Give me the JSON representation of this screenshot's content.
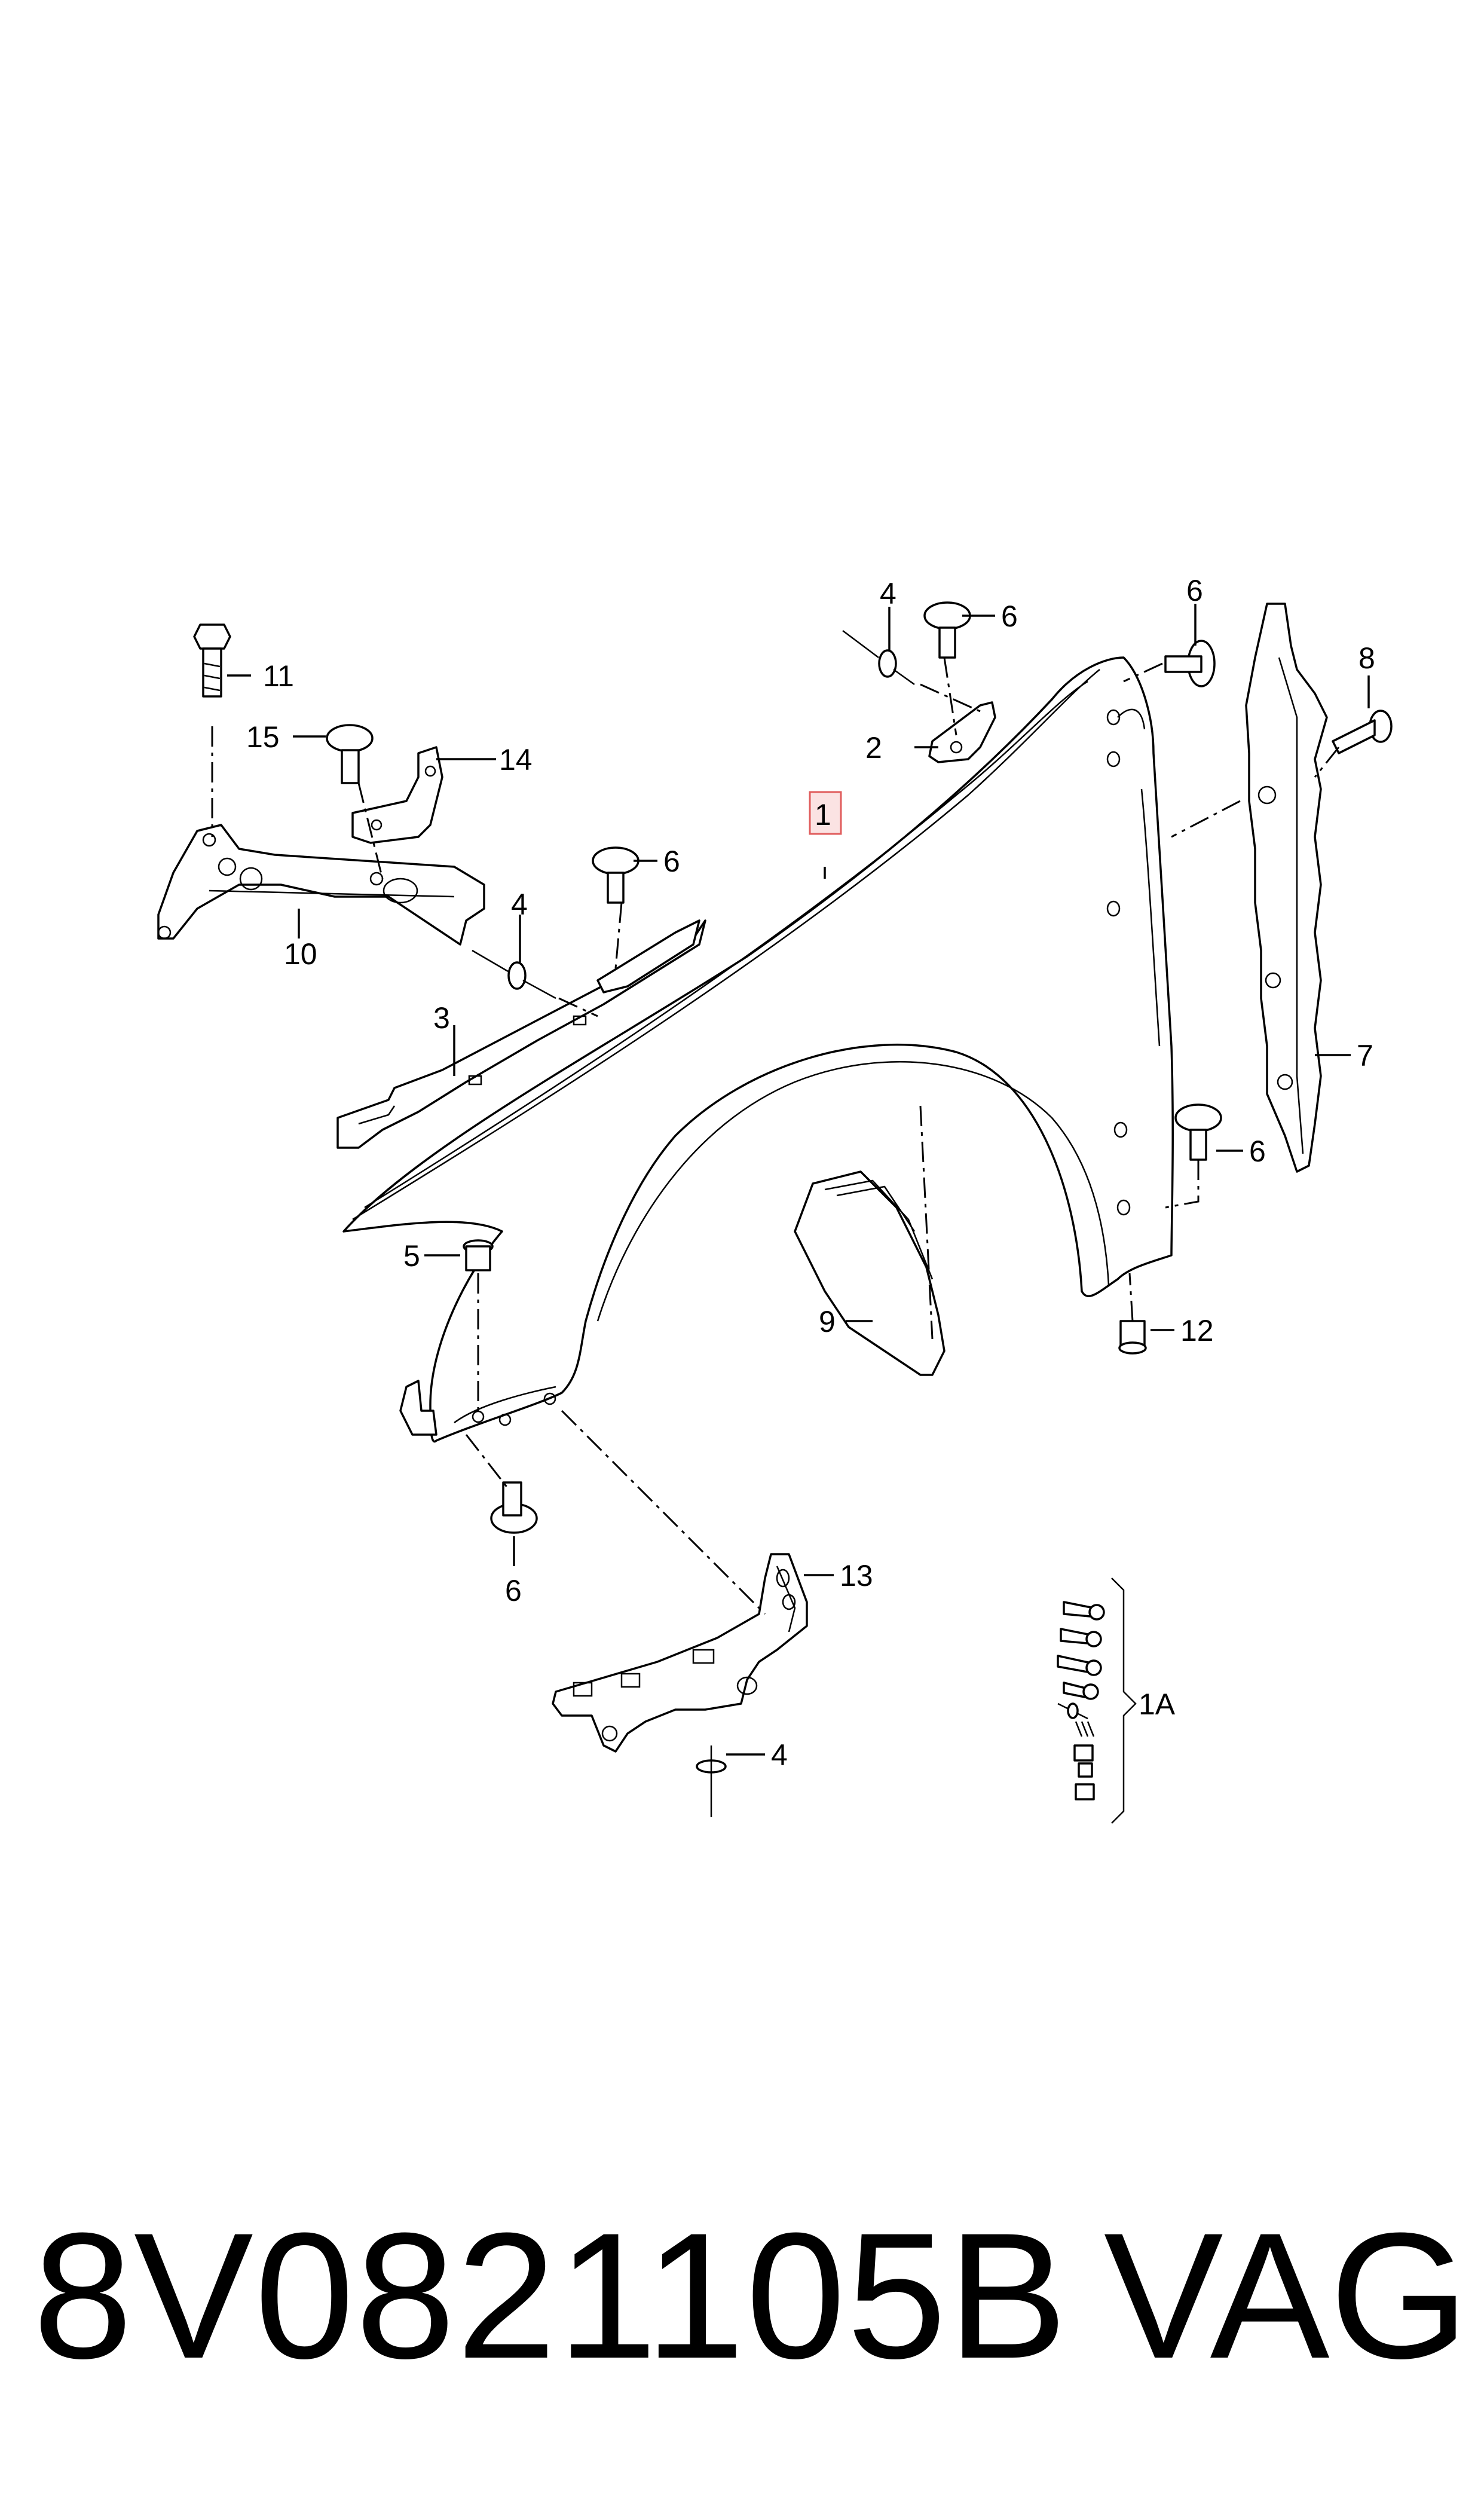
{
  "footer": {
    "part_number": "8V0821105B",
    "brand": "VAG"
  },
  "callouts": {
    "c1": "1",
    "c2": "2",
    "c3": "3",
    "c4a": "4",
    "c4b": "4",
    "c4c": "4",
    "c5": "5",
    "c6a": "6",
    "c6b": "6",
    "c6c": "6",
    "c6d": "6",
    "c6e": "6",
    "c7": "7",
    "c8": "8",
    "c9": "9",
    "c10": "10",
    "c11": "11",
    "c12": "12",
    "c13": "13",
    "c14": "14",
    "c15": "15",
    "c1a": "1A"
  },
  "highlight_color": "#e05c5c"
}
